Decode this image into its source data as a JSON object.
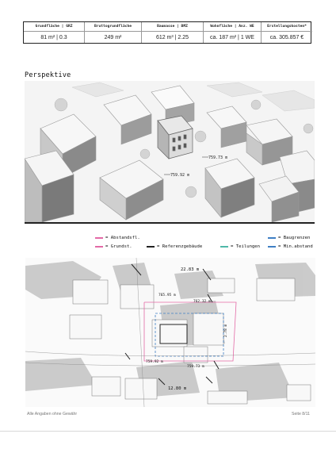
{
  "table": {
    "columns": [
      {
        "header": "Grundfläche | GRZ",
        "value": "81 m² | 0.3"
      },
      {
        "header": "Bruttogrundfläche",
        "value": "249 m²"
      },
      {
        "header": "Baumasse | BMZ",
        "value": "612 m³ | 2.25"
      },
      {
        "header": "Wohnfläche | Anz. WE",
        "value": "ca. 187 m² | 1 WE"
      },
      {
        "header": "Erstellungskosten*",
        "value": "ca. 305.857 €"
      }
    ]
  },
  "perspective": {
    "title": "Perspektive",
    "height_labels": [
      "759.73 m",
      "759.92 m"
    ]
  },
  "legend": {
    "items": [
      {
        "label": "= Abstandsfl.",
        "color": "#e36aa6",
        "style": "solid"
      },
      {
        "label": "= Grundst.",
        "color": "#e36aa6",
        "style": "solid"
      },
      {
        "label": "= Referenzgebäude",
        "color": "#222222",
        "style": "solid"
      },
      {
        "label": "= Teilungen",
        "color": "#4fb8a8",
        "style": "dashed"
      },
      {
        "label": "= Baugrenzen",
        "color": "#3f7fc4",
        "style": "solid"
      },
      {
        "label": "= Min.abstand",
        "color": "#3f7fc4",
        "style": "dashed"
      }
    ]
  },
  "plan": {
    "dimensions": [
      "22.83 m",
      "765.95 m",
      "762.32 m",
      "759.92 m",
      "759.73 m",
      "12.80 m",
      "2.78 m"
    ]
  },
  "footer": {
    "left": "Alle Angaben ohne Gewähr",
    "right": "Seite 8/11"
  }
}
